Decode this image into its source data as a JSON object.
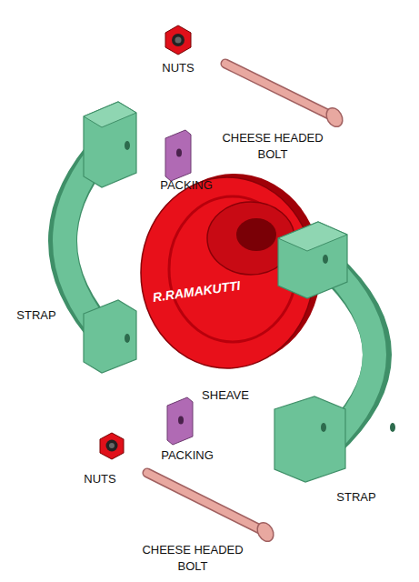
{
  "diagram": {
    "labels": [
      "NUTS",
      "CHEESE HEADED BOLT",
      "PACKING",
      "STRAP",
      "R.RAMAKUTTI",
      "SHEAVE",
      "PACKING",
      "NUTS",
      "STRAP",
      "CHEESE HEADED BOLT"
    ]
  }
}
